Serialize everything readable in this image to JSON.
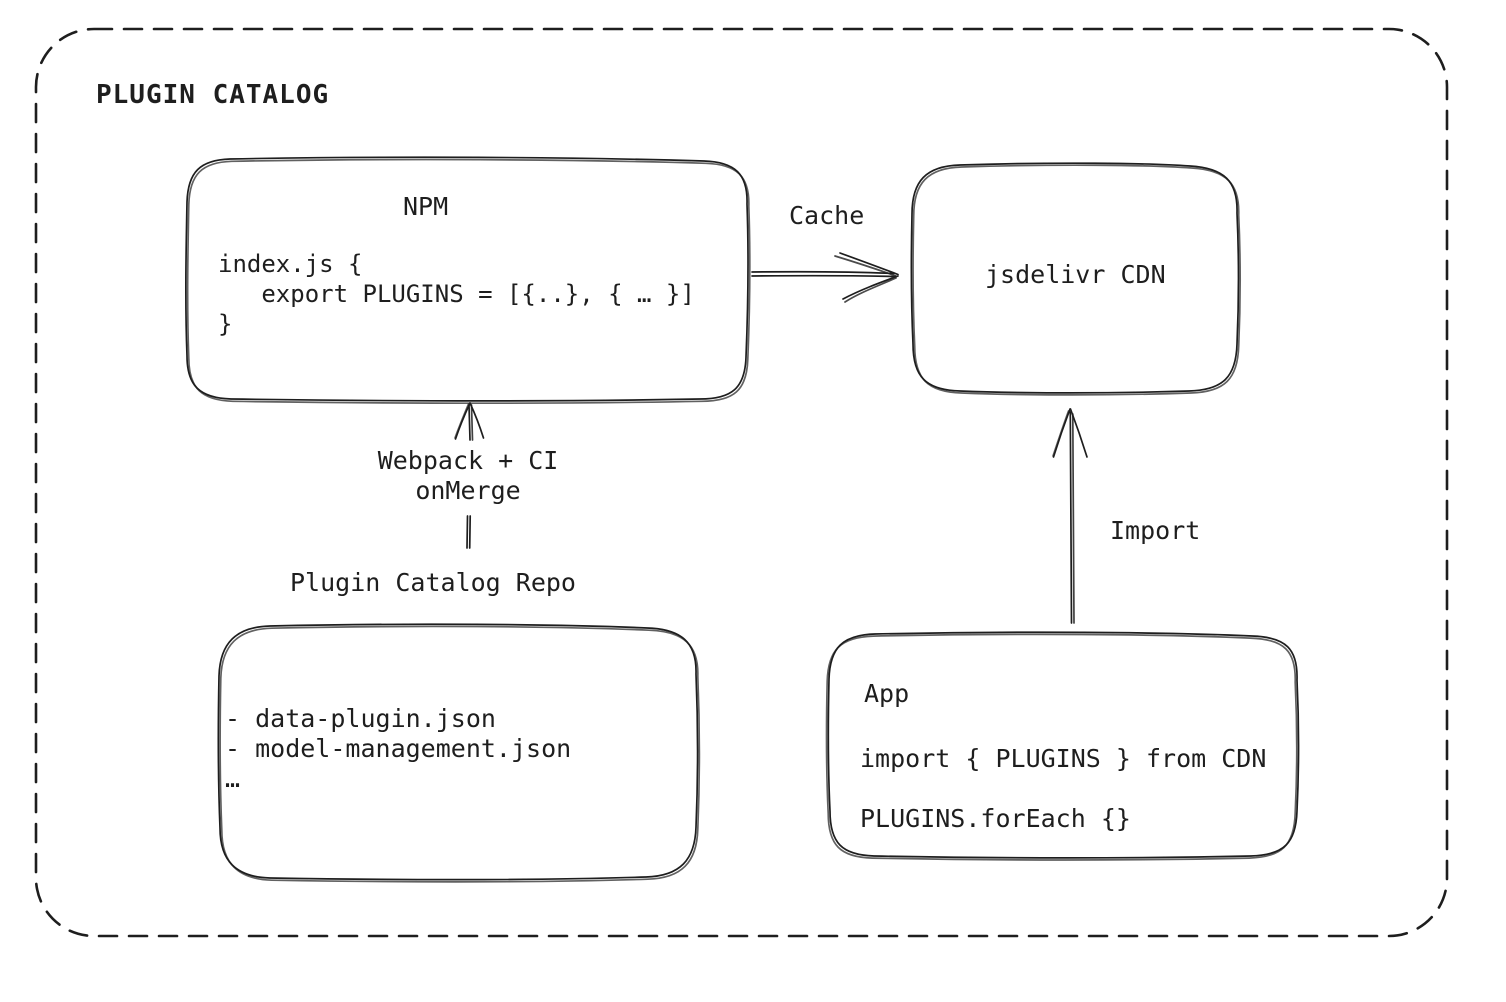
{
  "colors": {
    "stroke": "#1e1e1e",
    "background": "#ffffff",
    "text": "#1e1e1e"
  },
  "frame": {
    "title": "PLUGIN CATALOG"
  },
  "nodes": {
    "npm": {
      "title": "NPM",
      "code": "index.js {\n   export PLUGINS = [{..}, { … }]\n}"
    },
    "cdn": {
      "label": "jsdelivr CDN"
    },
    "repo": {
      "caption": "Plugin Catalog Repo",
      "files": "- data-plugin.json\n- model-management.json\n…"
    },
    "app": {
      "title": "App",
      "import_line": "import { PLUGINS } from CDN",
      "foreach_line": "PLUGINS.forEach {}"
    }
  },
  "edges": {
    "cache": {
      "label": "Cache"
    },
    "build": {
      "label": "Webpack + CI\nonMerge"
    },
    "import": {
      "label": "Import"
    }
  }
}
